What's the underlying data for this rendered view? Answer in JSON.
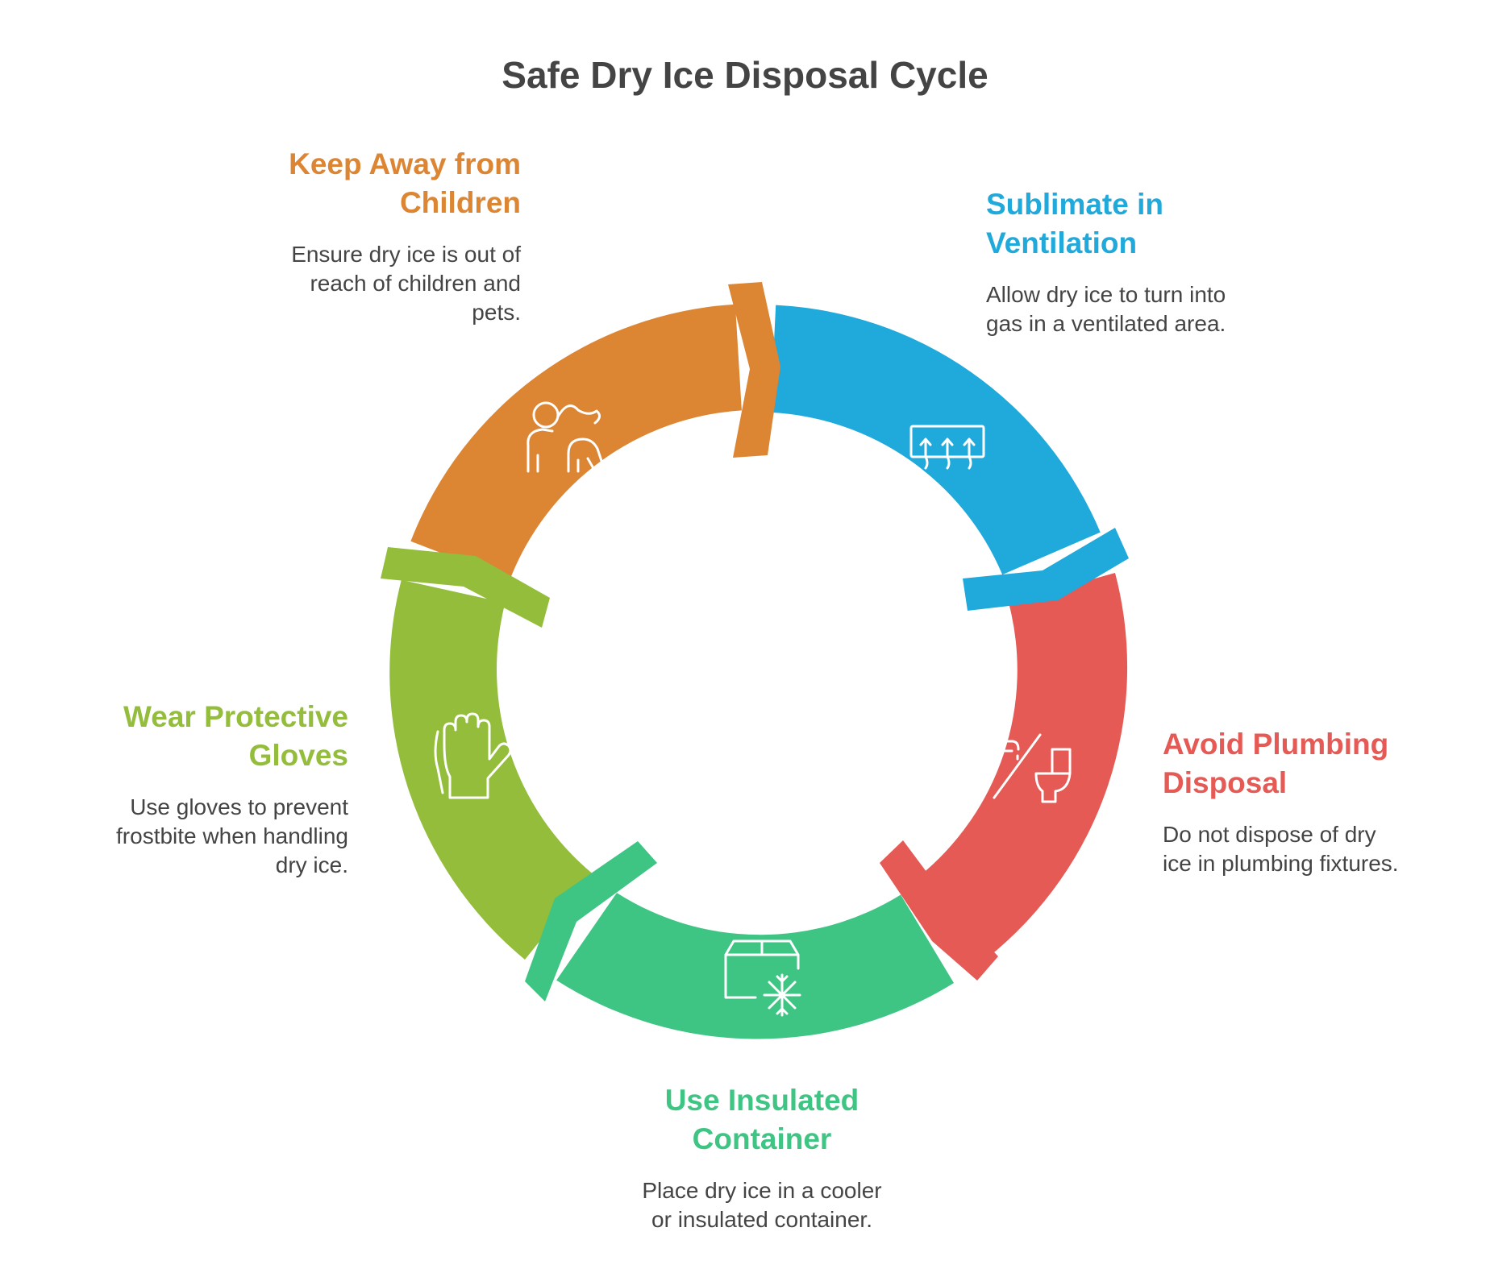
{
  "title": "Safe Dry Ice Disposal Cycle",
  "colors": {
    "blue": "#20A9DB",
    "red": "#E55A55",
    "green": "#3EC584",
    "lime": "#93BD3B",
    "orange": "#DC8533",
    "text": "#444444"
  },
  "steps": [
    {
      "id": "sublimate",
      "heading_lines": [
        "Sublimate in",
        "Ventilation"
      ],
      "desc_lines": [
        "Allow dry ice to turn into",
        "gas in a ventilated area."
      ],
      "color": "#20A9DB",
      "icon": "ventilation-icon"
    },
    {
      "id": "plumbing",
      "heading_lines": [
        "Avoid Plumbing",
        "Disposal"
      ],
      "desc_lines": [
        "Do not dispose of dry",
        "ice in plumbing fixtures."
      ],
      "color": "#E55A55",
      "icon": "no-plumbing-icon"
    },
    {
      "id": "container",
      "heading_lines": [
        "Use Insulated",
        "Container"
      ],
      "desc_lines": [
        "Place dry ice in a cooler",
        "or insulated container."
      ],
      "color": "#3EC584",
      "icon": "insulated-box-icon"
    },
    {
      "id": "gloves",
      "heading_lines": [
        "Wear Protective",
        "Gloves"
      ],
      "desc_lines": [
        "Use gloves to prevent",
        "frostbite when handling",
        "dry ice."
      ],
      "color": "#93BD3B",
      "icon": "glove-icon"
    },
    {
      "id": "children",
      "heading_lines": [
        "Keep Away from",
        "Children"
      ],
      "desc_lines": [
        "Ensure dry ice is out of",
        "reach of children and",
        "pets."
      ],
      "color": "#DC8533",
      "icon": "child-pet-icon"
    }
  ]
}
